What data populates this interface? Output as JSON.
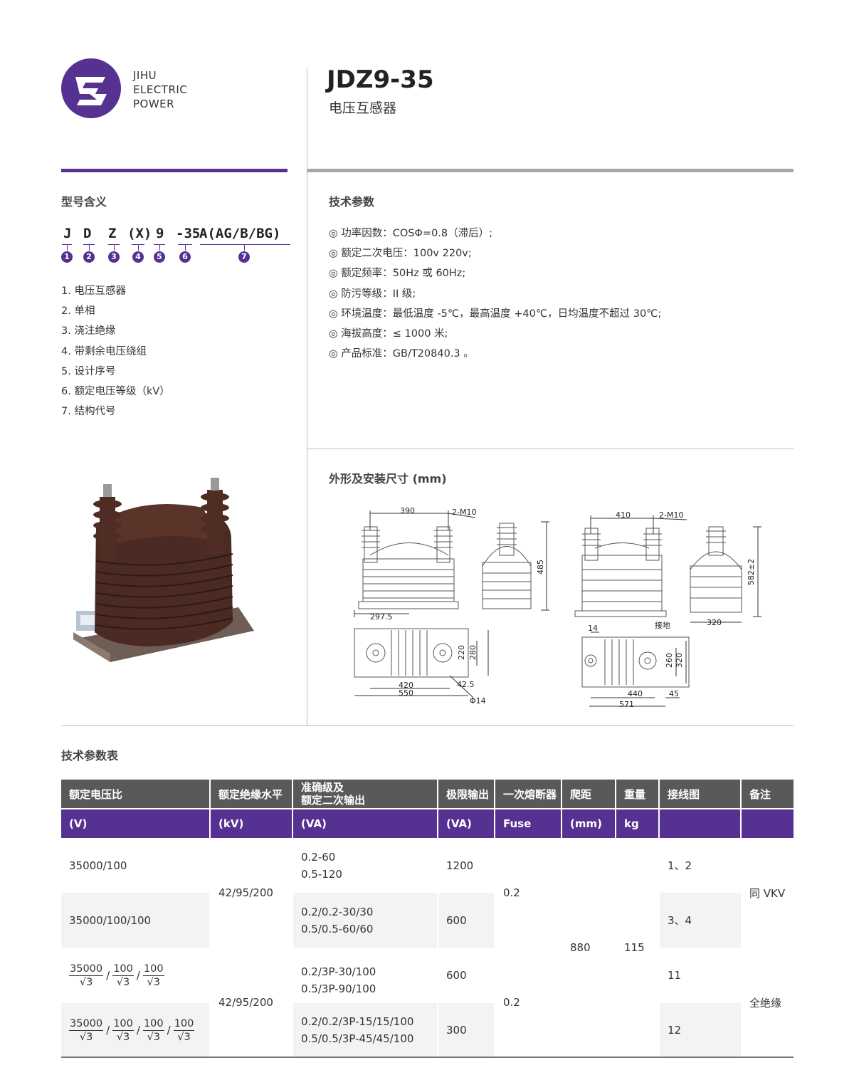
{
  "brand": {
    "line1": "JIHU",
    "line2": "ELECTRIC",
    "line3": "POWER",
    "color": "#553192"
  },
  "product": {
    "model": "JDZ9-35",
    "name": "电压互感器"
  },
  "model_section": {
    "heading": "型号含义",
    "code_letters": [
      "J",
      "D",
      "Z",
      "(X)",
      "9",
      "-35",
      "A(AG/B/BG)"
    ],
    "code_numbers": [
      "1",
      "2",
      "3",
      "4",
      "5",
      "6",
      "7"
    ],
    "meanings": [
      "1. 电压互感器",
      "2. 单相",
      "3. 浇注绝缘",
      "4. 带剩余电压绕组",
      "5. 设计序号",
      "6. 额定电压等级（kV）",
      "7. 结构代号"
    ]
  },
  "tech_section": {
    "heading": "技术参数",
    "items": [
      "◎ 功率因数：COSΦ=0.8（滞后）;",
      "◎ 额定二次电压：100v 220v;",
      "◎ 额定频率：50Hz 或 60Hz;",
      "◎ 防污等级：II 级;",
      "◎ 环境温度：最低温度 -5℃，最高温度 +40℃，日均温度不超过 30℃;",
      "◎ 海拔高度：≤ 1000 米;",
      "◎ 产品标准：GB/T20840.3 。"
    ]
  },
  "dimensions_section": {
    "heading": "外形及安装尺寸 (mm)",
    "left_drawing": {
      "w390": "390",
      "m10": "2-M10",
      "h485": "485",
      "w2975": "297.5",
      "d220": "220",
      "d280": "280",
      "w420": "420",
      "w550": "550",
      "w425": "42.5",
      "phi14": "Φ14"
    },
    "right_drawing": {
      "w410": "410",
      "m10": "2-M10",
      "h582": "582±2",
      "w320": "320",
      "w14": "14",
      "ground": "接地",
      "d260": "260",
      "d320": "320",
      "w440": "440",
      "w45": "45",
      "w571": "571"
    }
  },
  "table_section": {
    "heading": "技术参数表",
    "header1": [
      "额定电压比",
      "额定绝缘水平",
      "准确级及",
      "额定二次输出",
      "极限输出",
      "一次熔断器",
      "爬距",
      "重量",
      "接线图",
      "备注"
    ],
    "header2": [
      "(V)",
      "(kV)",
      "(VA)",
      "(VA)",
      "Fuse",
      "(mm)",
      "kg",
      "",
      ""
    ],
    "rows": {
      "r1_ratio": "35000/100",
      "r1_acc1": "0.2-60",
      "r1_acc2": "0.5-120",
      "r1_limit": "1200",
      "r1_wiring": "1、2",
      "r2_ratio": "35000/100/100",
      "r2_acc1": "0.2/0.2-30/30",
      "r2_acc2": "0.5/0.5-60/60",
      "r2_limit": "600",
      "r2_wiring": "3、4",
      "g1_insulation": "42/95/200",
      "g1_fuse": "0.2",
      "g1_note": "同 VKV",
      "creep": "880",
      "weight": "115",
      "r3_frac": [
        "35000",
        "100",
        "100"
      ],
      "r3_acc1": "0.2/3P-30/100",
      "r3_acc2": "0.5/3P-90/100",
      "r3_limit": "600",
      "r3_wiring": "11",
      "r4_frac": [
        "35000",
        "100",
        "100",
        "100"
      ],
      "r4_acc1": "0.2/0.2/3P-15/15/100",
      "r4_acc2": "0.5/0.5/3P-45/45/100",
      "r4_limit": "300",
      "r4_wiring": "12",
      "g2_insulation": "42/95/200",
      "g2_fuse": "0.2",
      "g2_note": "全绝缘",
      "sqrt_label": "√3",
      "slash": "/"
    }
  }
}
